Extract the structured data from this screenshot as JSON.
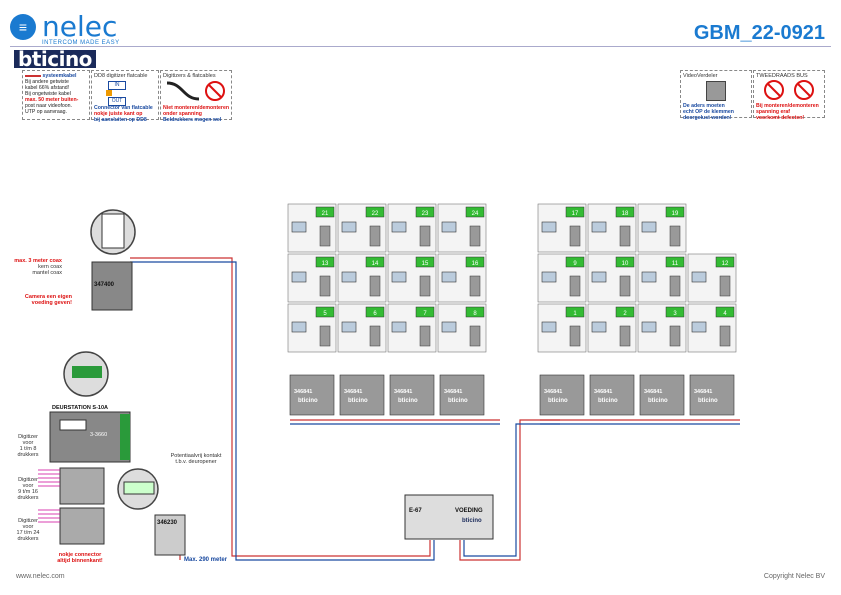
{
  "header": {
    "brand": "nelec",
    "brand_tagline": "INTERCOM MADE EASY",
    "partner_brand": "bticino",
    "doc_id": "GBM_22-0921"
  },
  "notes": {
    "cable": {
      "lines": [
        "systeemkabel",
        "Bij andere getwiste",
        "kabel 66% afstand!",
        "Bij ongetwiste kabel",
        "max. 50 meter buiten-",
        "post naar videofoon.",
        "UTP op aanvraag."
      ]
    },
    "ds08": {
      "title": "DD8 digitizer flatcable",
      "in_label": "IN",
      "out_label": "OUT",
      "lines": [
        "Connector van flatcable",
        "nokje juiste kant op",
        "bij aansluiten op DD8"
      ]
    },
    "digitizers": {
      "title": "Digitizers & flatcables",
      "lines": [
        "Niet monteren/demonteren",
        "onder spanning",
        "Beldrukkers mogen wel"
      ]
    },
    "videoverdeler": {
      "title": "VideoVerdeler",
      "lines": [
        "De aders moeten",
        "echt OP de klemmen",
        "doorgelust worden!"
      ]
    },
    "bus": {
      "title": "TWEEDRAADS BUS",
      "lines": [
        "Bij monteren/demonteren",
        "spanning eraf",
        "voorkomt defecten!"
      ]
    }
  },
  "left_side": {
    "coax_note": [
      "max. 3 meter coax",
      "kern coax",
      "mantel coax"
    ],
    "camera_note": [
      "Camera een eigen",
      "voeding geven!"
    ],
    "converter_model": "347400",
    "door_station_title": "DEURSTATION S-10A",
    "door_station_model": "3-3660",
    "digitizer_1": [
      "Digitizer",
      "voor",
      "1 t/m 8",
      "drukkers"
    ],
    "digitizer_2": [
      "Digitizer",
      "voor",
      "9 t/m 16",
      "drukkers"
    ],
    "digitizer_3": [
      "Digitizer",
      "voor",
      "17 t/m 24",
      "drukkers"
    ],
    "nokje_note": [
      "nokje connector",
      "altijd binnenkant!"
    ],
    "relay_note": [
      "Potentiaalvrij kontakt",
      "t.b.v. deuropener"
    ],
    "relay_model": "346230",
    "max_distance": "Max. 290 meter"
  },
  "power": {
    "model": "E-67",
    "label": "VOEDING",
    "brand": "bticino"
  },
  "distributors": {
    "model": "346841",
    "brand": "bticino"
  },
  "apartments": {
    "left_block_numbers": [
      "21",
      "22",
      "23",
      "24",
      "13",
      "14",
      "15",
      "16",
      "5",
      "6",
      "7",
      "8"
    ],
    "right_block_numbers": [
      "17",
      "18",
      "19",
      "9",
      "10",
      "11",
      "12",
      "1",
      "2",
      "3",
      "4"
    ]
  },
  "footer": {
    "website": "www.nelec.com",
    "copyright": "Copyright Nelec BV"
  }
}
